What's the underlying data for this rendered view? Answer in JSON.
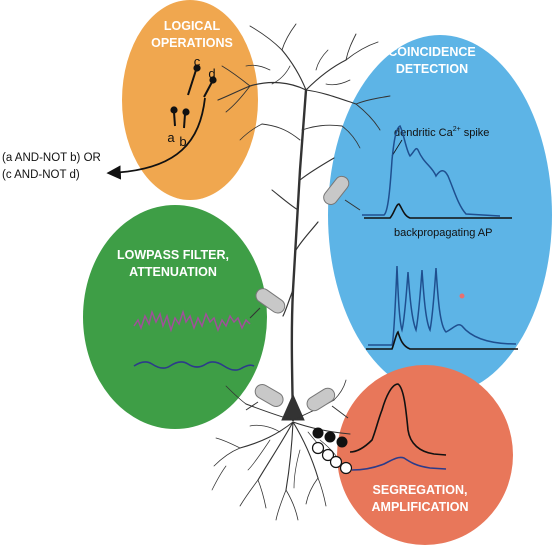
{
  "title": "",
  "regions": {
    "logical": {
      "title_line1": "LOGICAL",
      "title_line2": "OPERATIONS",
      "color": "#f0a74f",
      "synapse_labels": {
        "a": "a",
        "b": "b",
        "c": "c",
        "d": "d"
      },
      "output_line1": "(a AND-NOT b) OR",
      "output_line2": "(c AND-NOT d)"
    },
    "coincidence": {
      "title_line1": "COINCIDENCE",
      "title_line2": "DETECTION",
      "color": "#5db4e6",
      "spike_label": "dendritic Ca",
      "spike_superscript": "2+",
      "spike_label_suffix": " spike",
      "ap_label": "backpropagating AP"
    },
    "lowpass": {
      "title_line1": "LOWPASS FILTER,",
      "title_line2": "ATTENUATION",
      "color": "#3e9e46",
      "trace_colors": [
        "#a0509a",
        "#2c3b8a"
      ]
    },
    "segregation": {
      "title_line1": "SEGREGATION,",
      "title_line2": "AMPLIFICATION",
      "color": "#e8775a"
    }
  },
  "neuron_color": "#333333"
}
